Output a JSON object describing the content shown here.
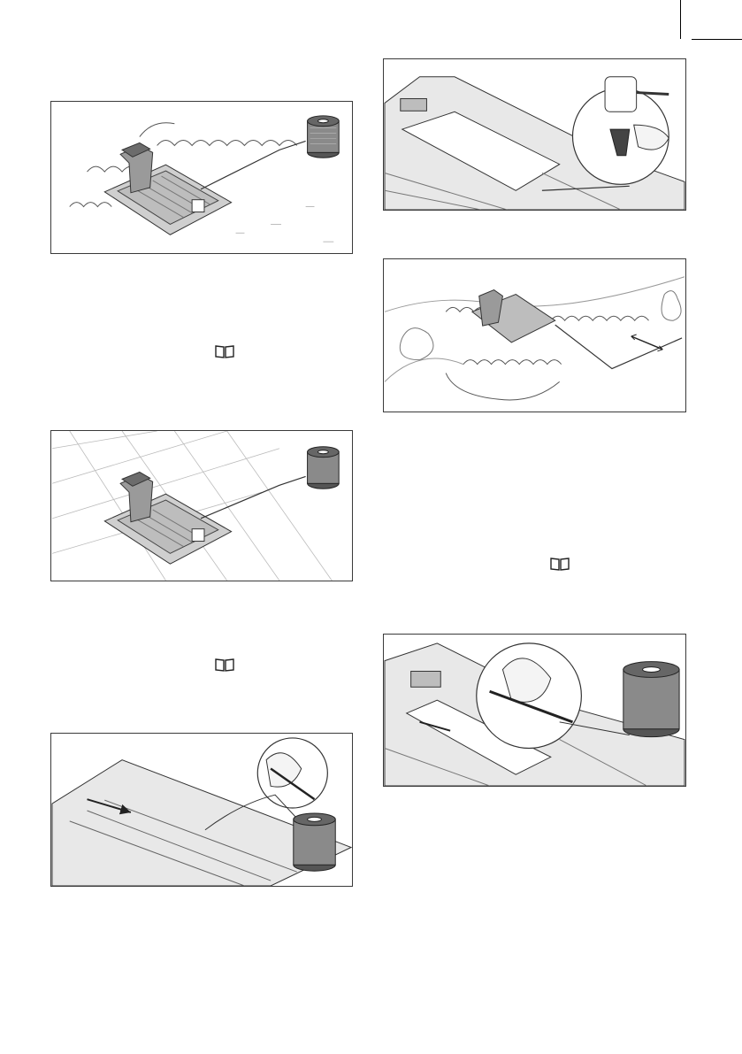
{
  "page": {
    "background": "#ffffff",
    "line_color": "#3a3a3a"
  },
  "figures": [
    {
      "id": "fig-lawn-charging-station",
      "icon": "charging-station-and-wire-spool-on-lawn"
    },
    {
      "id": "fig-paving-charging-station",
      "icon": "charging-station-and-wire-spool-on-paving"
    },
    {
      "id": "fig-wire-under-plate",
      "icon": "boundary-wire-inserted-under-base-plate"
    },
    {
      "id": "fig-hammer-peg",
      "icon": "hammer-driving-peg-at-base-plate"
    },
    {
      "id": "fig-garden-layout",
      "icon": "boundary-wire-around-garden"
    },
    {
      "id": "fig-wire-connection",
      "icon": "wire-connected-at-base-plate"
    }
  ],
  "references": [
    {
      "icon": "book-icon"
    },
    {
      "icon": "book-icon"
    },
    {
      "icon": "book-icon"
    }
  ]
}
